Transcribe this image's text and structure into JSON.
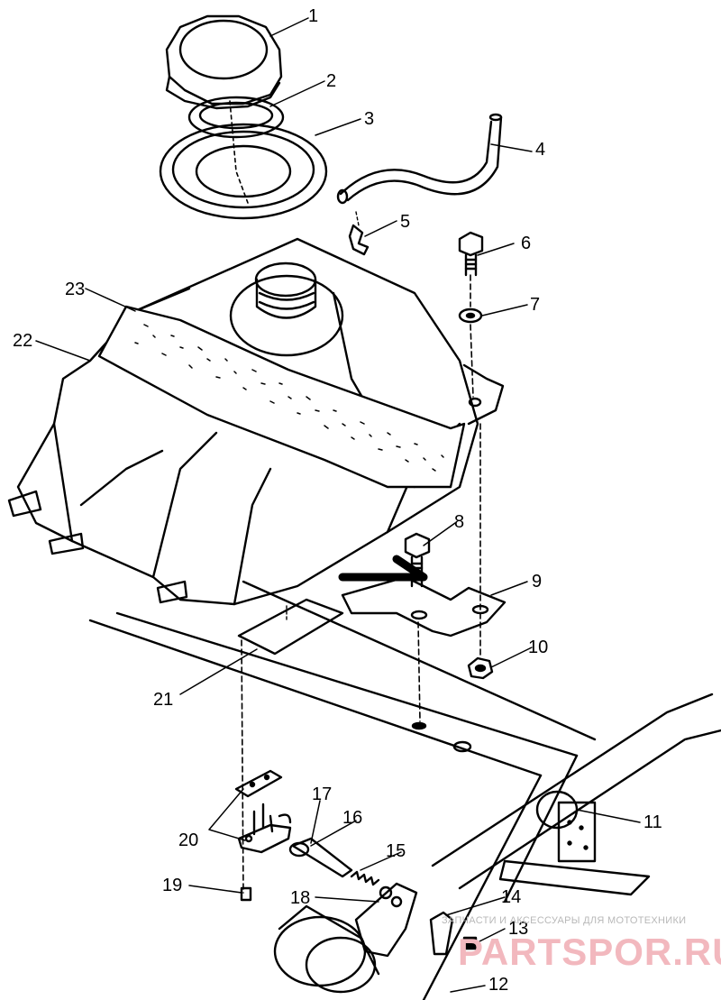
{
  "callouts": [
    {
      "num": "1"
    },
    {
      "num": "2"
    },
    {
      "num": "3"
    },
    {
      "num": "4"
    },
    {
      "num": "5"
    },
    {
      "num": "6"
    },
    {
      "num": "7"
    },
    {
      "num": "8"
    },
    {
      "num": "9"
    },
    {
      "num": "10"
    },
    {
      "num": "11"
    },
    {
      "num": "12"
    },
    {
      "num": "13"
    },
    {
      "num": "14"
    },
    {
      "num": "15"
    },
    {
      "num": "16"
    },
    {
      "num": "17"
    },
    {
      "num": "18"
    },
    {
      "num": "19"
    },
    {
      "num": "20"
    },
    {
      "num": "21"
    },
    {
      "num": "22"
    },
    {
      "num": "23"
    }
  ],
  "watermark": {
    "subtitle": "ЗАПЧАСТИ И АКСЕССУАРЫ ДЛЯ МОТОТЕХНИКИ",
    "logo": "PARTSPOR.RU",
    "logo_color": "#f2b8be"
  }
}
